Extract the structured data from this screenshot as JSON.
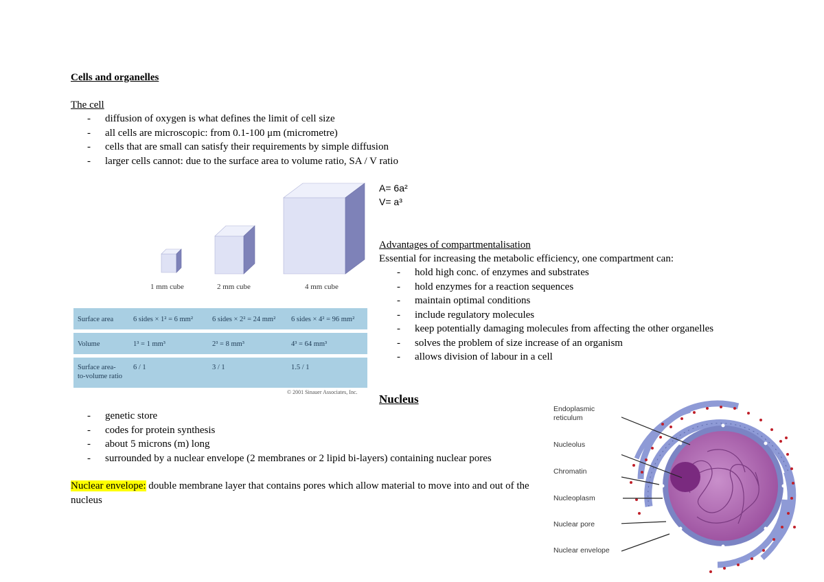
{
  "heading": "Cells and organelles",
  "cell_section": {
    "title": "The cell",
    "bullets": [
      "diffusion of oxygen is what defines the limit of cell size",
      "all cells are microscopic: from 0.1-100 μm (micrometre)",
      "cells that are small can satisfy their requirements by simple diffusion",
      "larger cells cannot: due to the surface area to volume ratio, SA / V ratio"
    ]
  },
  "figure": {
    "cube_labels": [
      "1 mm cube",
      "2 mm cube",
      "4 mm cube"
    ],
    "table": {
      "rows": [
        {
          "label": "Surface area",
          "c1": "6 sides × 1² = 6 mm²",
          "c2": "6 sides × 2² = 24 mm²",
          "c3": "6 sides × 4² = 96 mm²"
        },
        {
          "label": "Volume",
          "c1": "1³ = 1 mm³",
          "c2": "2³ = 8 mm³",
          "c3": "4³ = 64 mm³"
        },
        {
          "label": "Surface area-to-volume ratio",
          "label_line1": "Surface area-",
          "label_line2": "to-volume ratio",
          "c1": "6 / 1",
          "c2": "3 / 1",
          "c3": "1.5 / 1"
        }
      ]
    },
    "credit": "© 2001 Sinauer Associates, Inc."
  },
  "formulas": {
    "area": "A= 6a²",
    "volume": "V= a³"
  },
  "compartment": {
    "title": "Advantages of compartmentalisation",
    "intro": "Essential for increasing the metabolic efficiency, one compartment can:",
    "bullets": [
      "hold high conc. of enzymes and substrates",
      "hold enzymes for a reaction sequences",
      "maintain optimal conditions",
      "include regulatory molecules",
      "keep potentially damaging molecules from affecting the other organelles",
      "solves the problem of size increase of an organism",
      "allows division of labour in a cell"
    ]
  },
  "nucleus": {
    "title": "Nucleus",
    "bullets": [
      "genetic store",
      "codes for protein synthesis",
      "about 5 microns (m) long",
      "surrounded by a nuclear envelope (2 membranes or 2 lipid bi-layers) containing nuclear pores"
    ],
    "envelope_term": "Nuclear envelope:",
    "envelope_definition": " double membrane layer that contains pores which allow material to move into and out of the nucleus"
  },
  "diagram_labels": {
    "er_line1": "Endoplasmic",
    "er_line2": "reticulum",
    "nucleolus": "Nucleolus",
    "chromatin": "Chromatin",
    "nucleoplasm": "Nucleoplasm",
    "pore": "Nuclear pore",
    "envelope": "Nuclear envelope"
  },
  "colors": {
    "table_fill": "#a9cfe3",
    "highlight": "#ffff00",
    "nucleus_purple": "#9b4f9e",
    "er_blue": "#7f8fd0",
    "ribosome_red": "#c0202a"
  }
}
